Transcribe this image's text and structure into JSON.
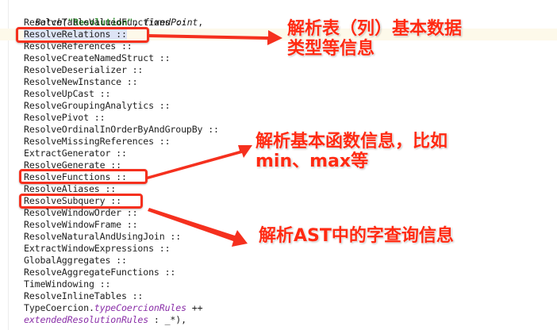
{
  "code": {
    "lines": [
      {
        "indent": "",
        "parts": [
          {
            "text": "Batch(",
            "style": "kw-ital"
          },
          {
            "text": "\"Resolution\"",
            "style": "str"
          },
          {
            "text": ", ",
            "style": ""
          },
          {
            "text": "fixedPoint",
            "style": "kw-ital"
          },
          {
            "text": ",",
            "style": ""
          }
        ]
      },
      {
        "text": "ResolveTableValuedFunctions ::"
      },
      {
        "text": "ResolveRelations ::",
        "current": true
      },
      {
        "text": "ResolveReferences ::"
      },
      {
        "text": "ResolveCreateNamedStruct ::"
      },
      {
        "text": "ResolveDeserializer ::"
      },
      {
        "text": "ResolveNewInstance ::"
      },
      {
        "text": "ResolveUpCast ::"
      },
      {
        "text": "ResolveGroupingAnalytics ::"
      },
      {
        "text": "ResolvePivot ::"
      },
      {
        "text": "ResolveOrdinalInOrderByAndGroupBy ::"
      },
      {
        "text": "ResolveMissingReferences ::"
      },
      {
        "text": "ExtractGenerator ::"
      },
      {
        "text": "ResolveGenerate ::"
      },
      {
        "text": "ResolveFunctions ::"
      },
      {
        "text": "ResolveAliases ::"
      },
      {
        "text": "ResolveSubquery ::"
      },
      {
        "text": "ResolveWindowOrder ::"
      },
      {
        "text": "ResolveWindowFrame ::"
      },
      {
        "text": "ResolveNaturalAndUsingJoin ::"
      },
      {
        "text": "ExtractWindowExpressions ::"
      },
      {
        "text": "GlobalAggregates ::"
      },
      {
        "text": "ResolveAggregateFunctions ::"
      },
      {
        "text": "TimeWindowing ::"
      },
      {
        "text": "ResolveInlineTables ::"
      },
      {
        "text": "TypeCoercion.typeCoercionRules ++"
      },
      {
        "text": "extendedResolutionRules : _*),"
      }
    ],
    "line_0_prefix": "Batch(",
    "line_0_string": "\"Resolution\"",
    "line_0_sep": ", ",
    "line_0_param": "fixedPoint",
    "line_0_tail": ",",
    "line_25_obj": "TypeCoercion.",
    "line_25_member": "typeCoercionRules",
    "line_25_tail": " ++",
    "line_26_ident": "extendedResolutionRules",
    "line_26_tail": " : _*),"
  },
  "annotations": [
    {
      "target": "ResolveRelations ::",
      "text_line1": "解析表（列）基本数据",
      "text_line2": "类型等信息"
    },
    {
      "target": "ResolveFunctions ::",
      "text_line1": "解析基本函数信息，比如",
      "text_line2": "min、max等"
    },
    {
      "target": "ResolveSubquery ::",
      "text_line1": "解析AST中的字查询信息"
    }
  ],
  "colors": {
    "annotation_red": "#ff2a12",
    "box_red": "#f5301e",
    "string_green": "#2f8a2f",
    "italic_purple": "#8a2fa8",
    "current_line_bg": "#fdf9ea"
  }
}
